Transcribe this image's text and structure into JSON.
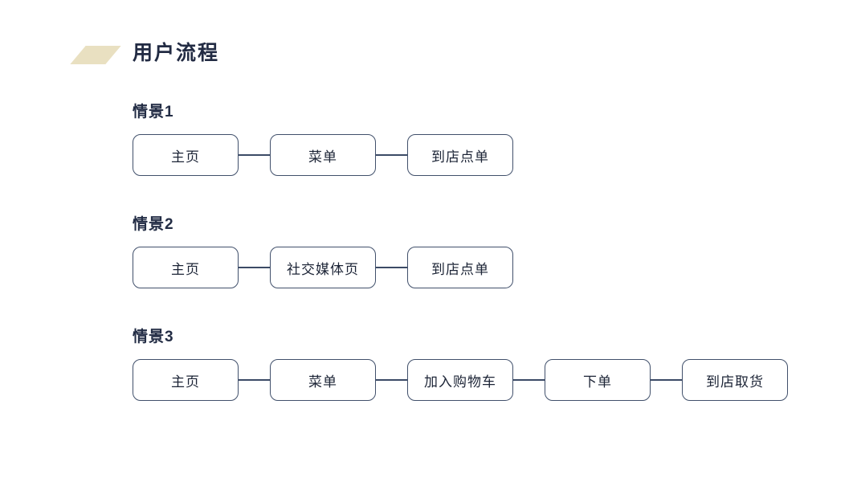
{
  "slide": {
    "title": "用户流程"
  },
  "colors": {
    "accent": "#E9E0C1",
    "ink": "#222B43",
    "node_border": "#41506B",
    "connector": "#3C4B66",
    "background": "#FFFFFF"
  },
  "icons": {
    "title_accent": "parallelogram-icon"
  },
  "scenarios": [
    {
      "label": "情景1",
      "steps": [
        "主页",
        "菜单",
        "到店点单"
      ]
    },
    {
      "label": "情景2",
      "steps": [
        "主页",
        "社交媒体页",
        "到店点单"
      ]
    },
    {
      "label": "情景3",
      "steps": [
        "主页",
        "菜单",
        "加入购物车",
        "下单",
        "到店取货"
      ]
    }
  ]
}
